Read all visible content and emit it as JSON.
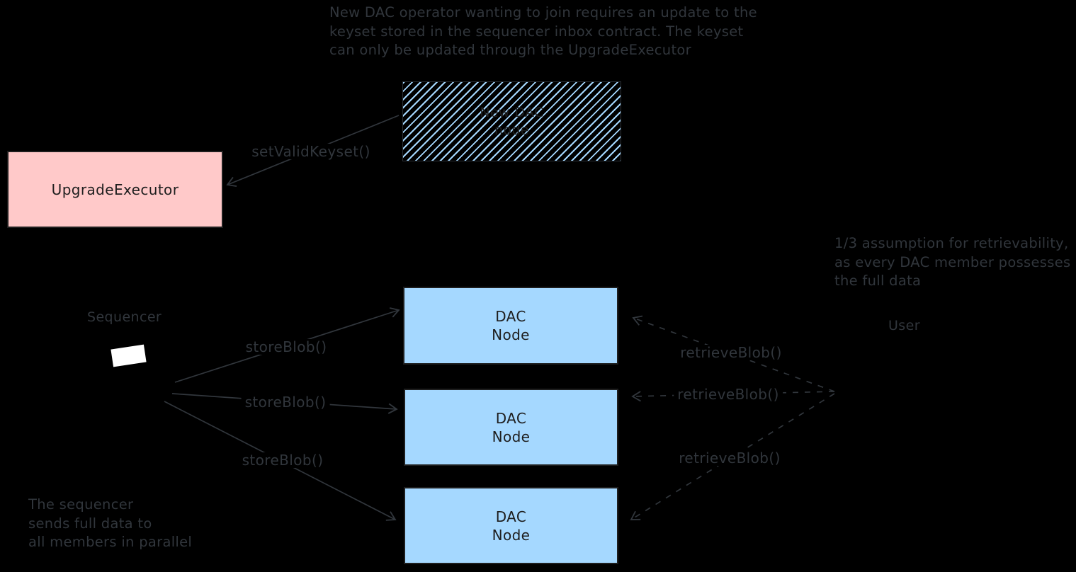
{
  "colors": {
    "background": "#000000",
    "ink": "#31363c",
    "box_border": "#1e1e1e",
    "dac_blue": "#a5d8ff",
    "executor_pink": "#ffc9c9",
    "screen_white": "#ffffff"
  },
  "notes": {
    "top": [
      "New DAC operator wanting to join requires an update to the",
      "keyset stored in the sequencer inbox contract. The keyset",
      "can only be updated through the UpgradeExecutor"
    ],
    "retrievability": [
      "1/3 assumption for retrievability,",
      "as every DAC member possesses",
      "the full data"
    ],
    "parallel": [
      "The sequencer",
      "sends full data to",
      "all members in parallel"
    ]
  },
  "actors": {
    "sequencer": "Sequencer",
    "user": "User"
  },
  "boxes": {
    "new_dac_node": {
      "line1": "New DAC",
      "line2": "node"
    },
    "upgrade_executor": {
      "label": "UpgradeExecutor"
    },
    "dac_node_1": {
      "line1": "DAC",
      "line2": "Node"
    },
    "dac_node_2": {
      "line1": "DAC",
      "line2": "Node"
    },
    "dac_node_3": {
      "line1": "DAC",
      "line2": "Node"
    }
  },
  "edges": {
    "set_valid_keyset": "setValidKeyset()",
    "store_blob_1": "storeBlob()",
    "store_blob_2": "storeBlob()",
    "store_blob_3": "storeBlob()",
    "retrieve_blob_1": "retrieveBlob()",
    "retrieve_blob_2": "retrieveBlob()",
    "retrieve_blob_3": "retrieveBlob()"
  }
}
